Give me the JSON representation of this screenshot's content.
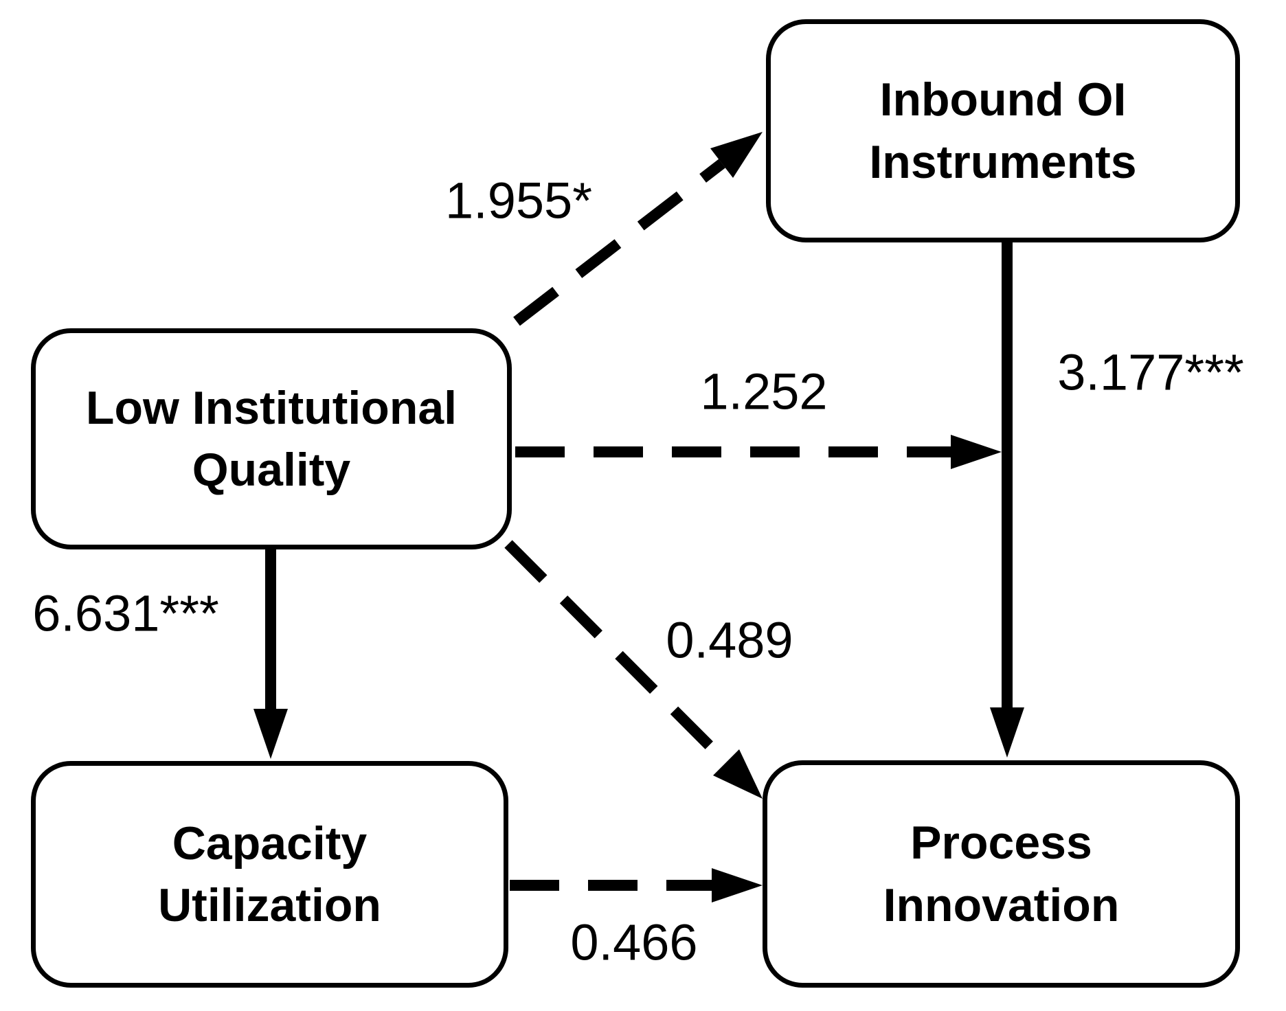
{
  "diagram": {
    "type": "path-model",
    "background_color": "#ffffff",
    "line_color": "#000000",
    "nodes": [
      {
        "id": "inbound-oi",
        "line1": "Inbound OI",
        "line2": "Instruments"
      },
      {
        "id": "low-institutional-quality",
        "line1": "Low Institutional",
        "line2": "Quality"
      },
      {
        "id": "capacity-utilization",
        "line1": "Capacity",
        "line2": "Utilization"
      },
      {
        "id": "process-innovation",
        "line1": "Process",
        "line2": "Innovation"
      }
    ],
    "edges": [
      {
        "from": "low-institutional-quality",
        "to": "inbound-oi-instruments",
        "label": "1.955*",
        "style": "dashed"
      },
      {
        "from": "low-institutional-quality",
        "to": "inbound-oi-process-innovation-path",
        "label": "1.252",
        "style": "dashed"
      },
      {
        "from": "inbound-oi-instruments",
        "to": "process-innovation",
        "label": "3.177***",
        "style": "solid"
      },
      {
        "from": "low-institutional-quality",
        "to": "capacity-utilization",
        "label": "6.631***",
        "style": "solid"
      },
      {
        "from": "low-institutional-quality",
        "to": "process-innovation",
        "label": "0.489",
        "style": "dashed"
      },
      {
        "from": "capacity-utilization",
        "to": "process-innovation",
        "label": "0.466",
        "style": "dashed"
      }
    ]
  }
}
